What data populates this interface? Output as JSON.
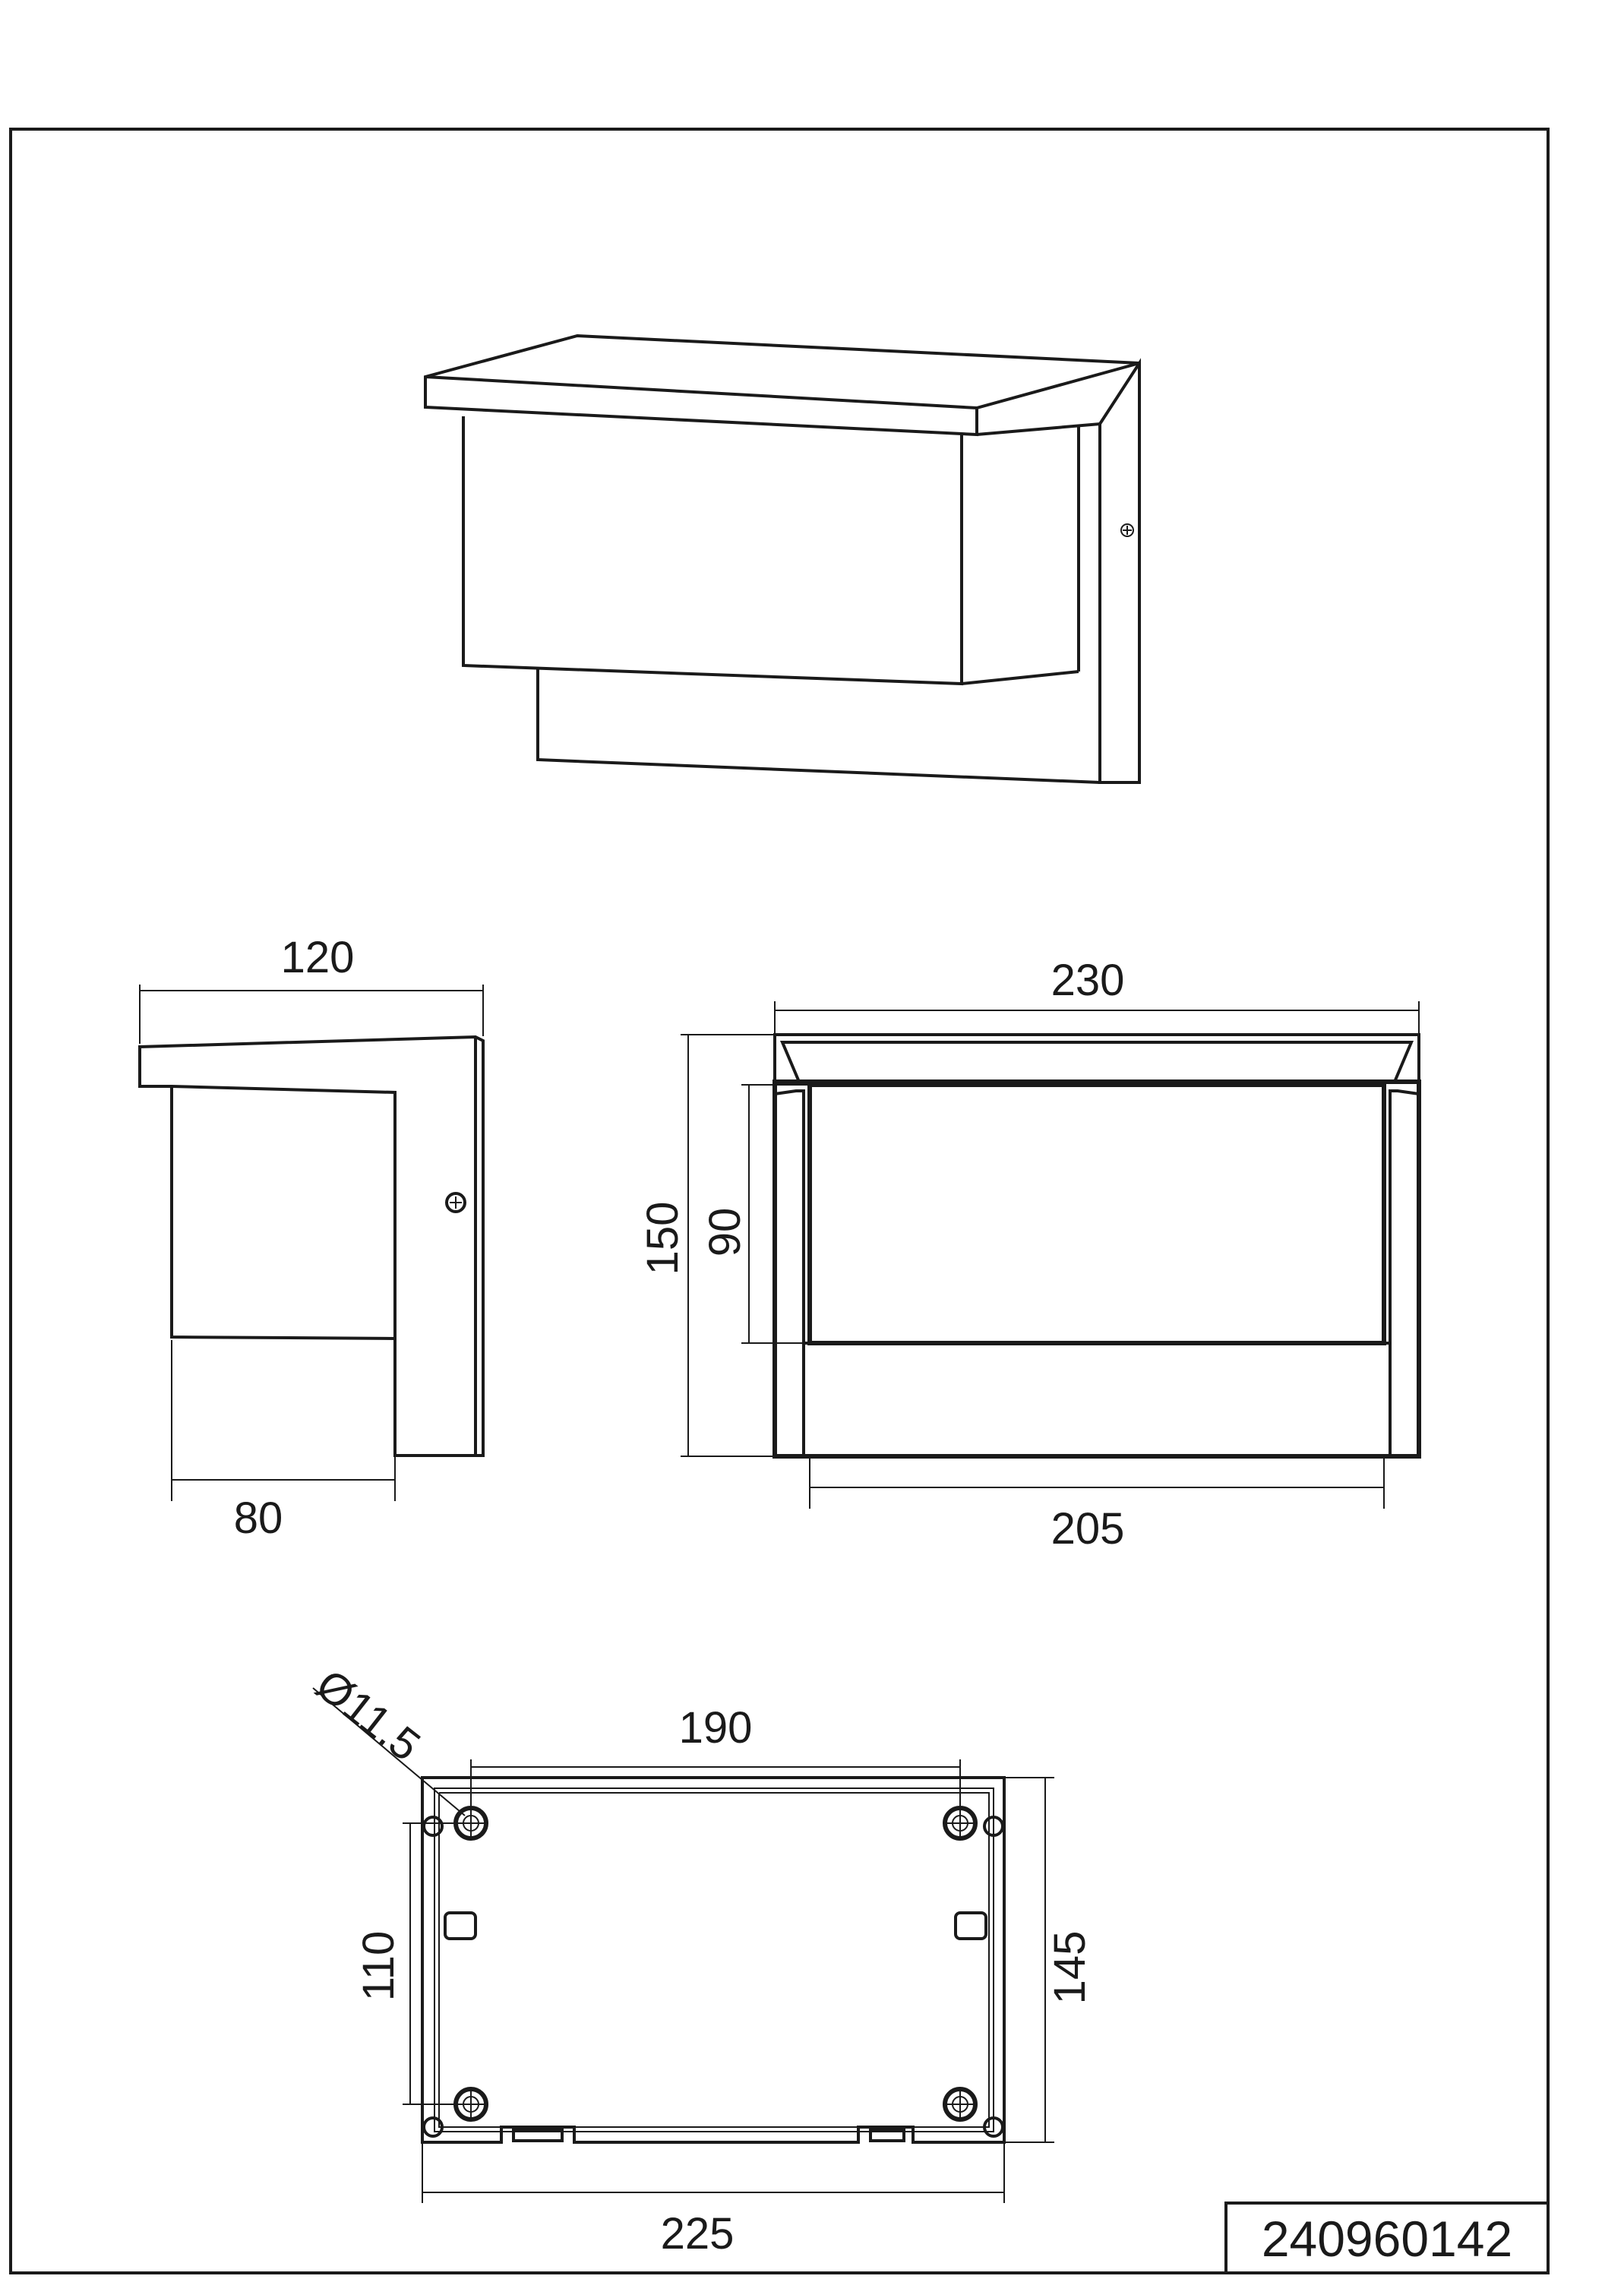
{
  "drawing": {
    "part_number": "240960142",
    "side_view": {
      "depth": "120",
      "body_depth": "80"
    },
    "front_view": {
      "width": "230",
      "lens_width": "205",
      "height": "150",
      "lens_height": "90"
    },
    "base_view": {
      "hole_spacing_x": "190",
      "hole_spacing_y": "110",
      "hole_diameter": "Ø11.5",
      "plate_width": "225",
      "plate_height": "145"
    }
  }
}
